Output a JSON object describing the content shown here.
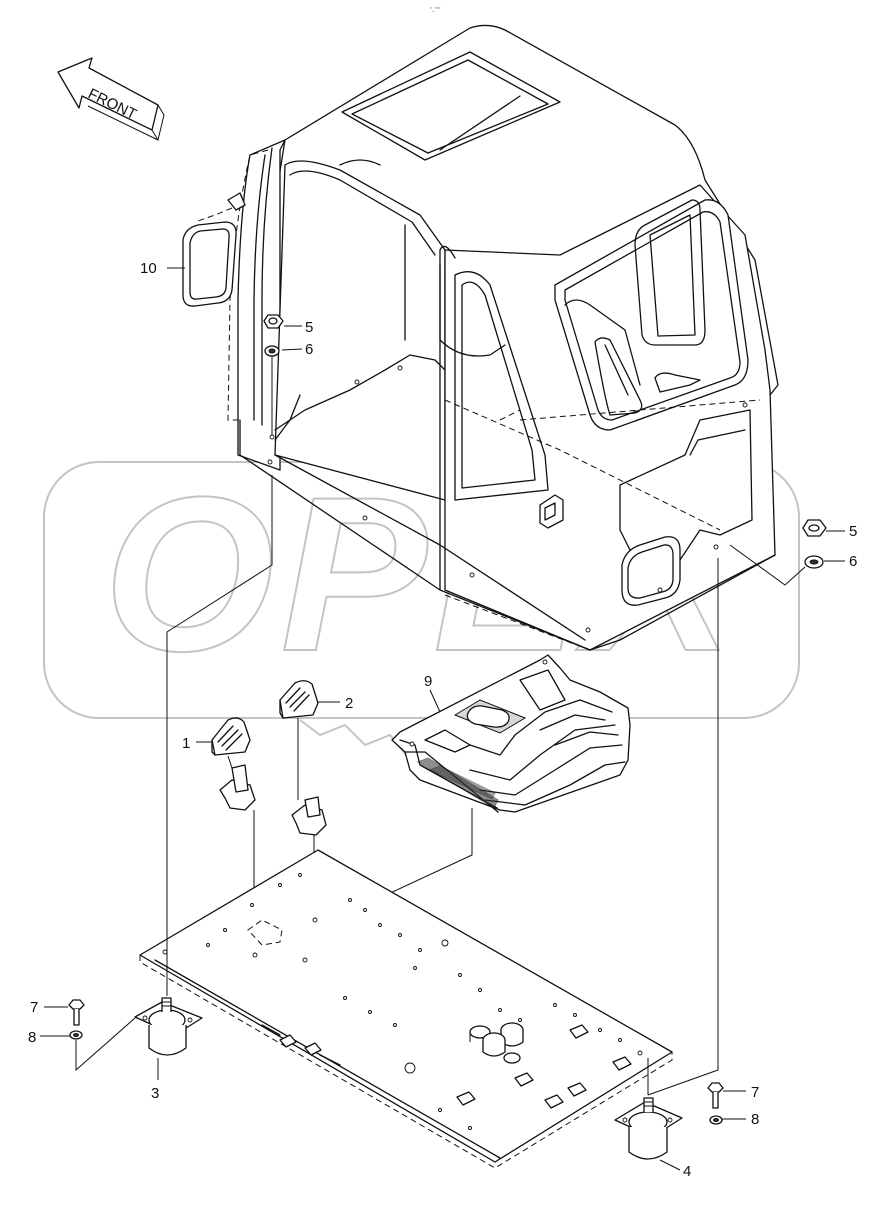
{
  "header": {
    "code": "*_***"
  },
  "front_arrow": {
    "label": "FRONT"
  },
  "watermark": {
    "text": "OPEX"
  },
  "callouts": {
    "c1": "1",
    "c2": "2",
    "c3": "3",
    "c4": "4",
    "c5a": "5",
    "c5b": "5",
    "c6a": "6",
    "c6b": "6",
    "c7a": "7",
    "c7b": "7",
    "c8a": "8",
    "c8b": "8",
    "c9": "9",
    "c10": "10"
  }
}
